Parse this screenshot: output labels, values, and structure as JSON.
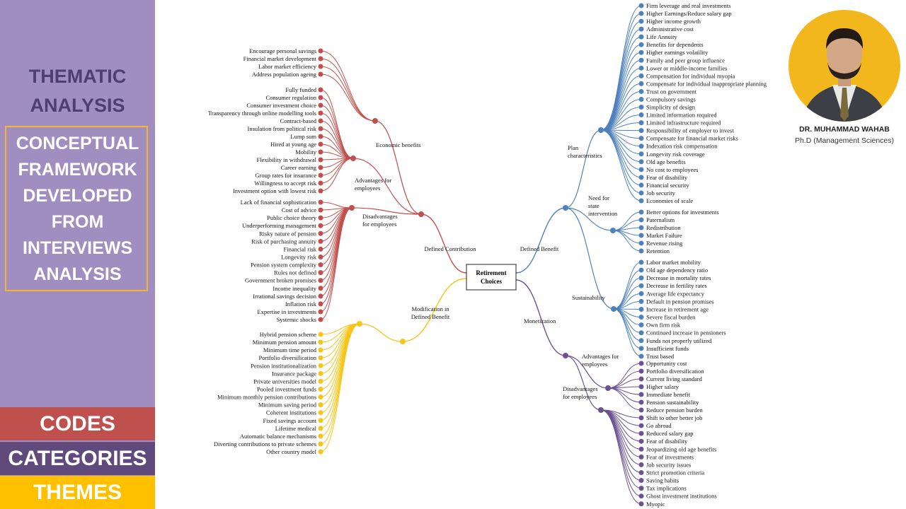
{
  "sidebar": {
    "title_lines": [
      "THEMATIC",
      "ANALYSIS"
    ],
    "box_lines": [
      "CONCEPTUAL",
      "FRAMEWORK",
      "DEVELOPED",
      "FROM",
      "INTERVIEWS",
      "ANALYSIS"
    ],
    "legend": [
      {
        "label": "CODES",
        "color": "#c0504d"
      },
      {
        "label": "CATEGORIES",
        "color": "#604a7b"
      },
      {
        "label": "THEMES",
        "color": "#ffc000"
      }
    ]
  },
  "author": {
    "name": "DR. MUHAMMAD WAHAB",
    "credential": "Ph.D (Management Sciences)"
  },
  "colors": {
    "red": "#c0504d",
    "gold": "#f5c518",
    "blue": "#4f81bd",
    "purple": "#6b5392"
  },
  "mindmap": {
    "root_lines": [
      "Retirement",
      "Choices"
    ],
    "defined_contribution": {
      "label": "Defined Contribution",
      "economic_benefits": {
        "label": "Economic benefits",
        "items": [
          "Encourage personal savings",
          "Financial market development",
          "Labor market efficiency",
          "Address population ageing"
        ]
      },
      "advantages": {
        "label_lines": [
          "Advantages for",
          "employees"
        ],
        "items": [
          "Fully funded",
          "Consumer regulation",
          "Consumer investment choice",
          "Transparency through online modelling tools",
          "Contract-based",
          "Insulation from political risk",
          "Lump sum",
          "Hired at young age",
          "Mobility",
          "Flexibility in withdrawal",
          "Career earning",
          "Group rates for insurance",
          "Willingness to accept risk",
          "Investment option with lowest risk"
        ]
      },
      "disadvantages": {
        "label_lines": [
          "Disadvantages",
          "for employees"
        ],
        "items": [
          "Lack of financial sophistication",
          "Cost of advice",
          "Public choice theory",
          "Underperforming management",
          "Risky nature of pension",
          "Risk of purchasing annuity",
          "Financial risk",
          "Longevity risk",
          "Pension system complexity",
          "Rules not defined",
          "Government broken promises",
          "Income inequality",
          "Irrational savings decision",
          "Inflation risk",
          "Expertise in investments",
          "Systemic shocks"
        ]
      }
    },
    "modification": {
      "label_lines": [
        "Modification in",
        "Defined Benefit"
      ],
      "items": [
        "Hybrid pension scheme",
        "Minimum pension amount",
        "Minimum time period",
        "Portfolio diversification",
        "Pension institutionalization",
        "Insurance package",
        "Private universities model",
        "Pooled investment funds",
        "Minimum monthly pension contributions",
        "Minimum saving period",
        "Coherent institutions",
        "Fixed savings account",
        "Lifetime medical",
        "Automatic balance mechanisms",
        "Diverting contributions to private schemes",
        "Other country model"
      ]
    },
    "defined_benefit": {
      "label": "Defined Benefit",
      "plan_characteristics": {
        "label_lines": [
          "Plan",
          "characteristics"
        ],
        "items": [
          "Firm leverage and real investments",
          "Higher Earnings/Reduce salary gap",
          "Higher income growth",
          "Administrative cost",
          "Life Annuity",
          "Benefits for dependents",
          "Higher earnings volatility",
          "Family and peer group influence",
          "Lower or middle-income families",
          "Compensation for individual myopia",
          "Compensate for individual inappropriate planning",
          "Trust on government",
          "Compulsory savings",
          "Simplicity of design",
          "Limited information required",
          "Limited infrastructure required",
          "Responsibility of employer to invest",
          "Compensate for financial market risks",
          "Indexation risk compensation",
          "Longevity risk coverage",
          "Old age benefits",
          "No cost to employees",
          "Fear of disability",
          "Financial security",
          "Job security",
          "Economies of scale"
        ]
      },
      "state_intervention": {
        "label_lines": [
          "Need for",
          "state",
          "intervention"
        ],
        "items": [
          "Better options for investments",
          "Paternalism",
          "Redistribution",
          "Market Failure",
          "Revenue rising",
          "Retention"
        ]
      },
      "sustainability": {
        "label": "Sustainability",
        "items": [
          "Labor market mobility",
          "Old age dependency ratio",
          "Decrease in mortality rates",
          "Decrease in fertility rates",
          "Average life expectancy",
          "Default in pension promises",
          "Increase in retirement age",
          "Severe fiscal burden",
          "Own firm risk",
          "Continued increase in pensioners",
          "Funds not properly utilized",
          "Insufficient funds",
          "Trust based"
        ]
      }
    },
    "monetization": {
      "label": "Monetization",
      "advantages": {
        "label_lines": [
          "Advantages for",
          "employees"
        ],
        "items": [
          "Opportunity cost",
          "Portfolio diversification",
          "Current living standard",
          "Higher salary",
          "Immediate benefit",
          "Pension sustainability",
          "Reduce pension burden"
        ]
      },
      "disadvantages": {
        "label_lines": [
          "Disadvantages",
          "for employees"
        ],
        "items": [
          "Shift to other better job",
          "Go abroad",
          "Reduced salary gap",
          "Fear of disability",
          "Jeopardizing old age benefits",
          "Fear of investments",
          "Job security issues",
          "Strict promotion criteria",
          "Saving habits",
          "Tax implications",
          "Ghost investment institutions",
          "Myopic"
        ]
      }
    }
  }
}
